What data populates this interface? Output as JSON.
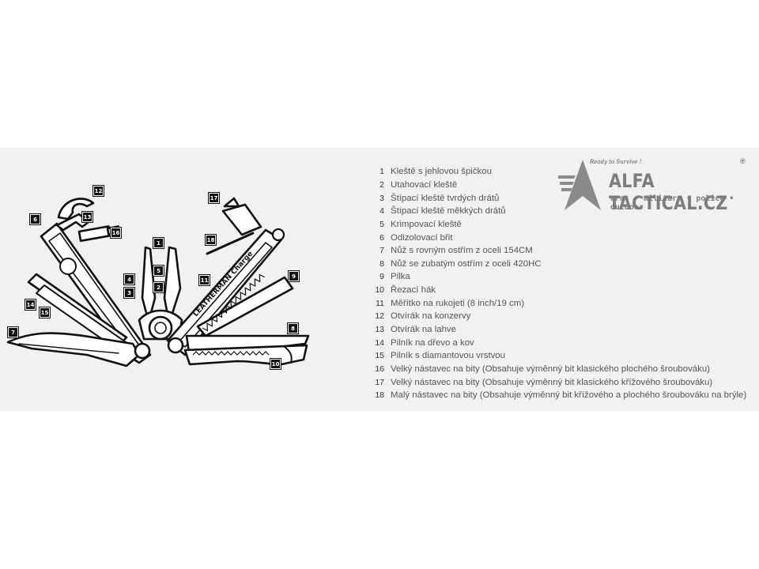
{
  "legend": [
    {
      "num": "1",
      "label": "Kleště s jehlovou špičkou"
    },
    {
      "num": "2",
      "label": "Utahovací kleště"
    },
    {
      "num": "3",
      "label": "Štípací kleště tvrdých drátů"
    },
    {
      "num": "4",
      "label": "Štípací kleště měkkých drátů"
    },
    {
      "num": "5",
      "label": "Krimpovací kleště"
    },
    {
      "num": "6",
      "label": "Odizolovací břit"
    },
    {
      "num": "7",
      "label": "Nůž s rovným ostřím z oceli 154CM"
    },
    {
      "num": "8",
      "label": "Nůž se zubatým ostřím z oceli 420HC"
    },
    {
      "num": "9",
      "label": "Pilka"
    },
    {
      "num": "10",
      "label": "Řezací hák"
    },
    {
      "num": "11",
      "label": "Měřítko na rukojeti (8 inch/19 cm)"
    },
    {
      "num": "12",
      "label": "Otvírák na konzervy"
    },
    {
      "num": "13",
      "label": "Otvírák na lahve"
    },
    {
      "num": "14",
      "label": "Pilník na dřevo a kov"
    },
    {
      "num": "15",
      "label": "Pilník s diamantovou vrstvou"
    },
    {
      "num": "16",
      "label": "Velký nástavec na bity (Obsahuje výměnný bit klasického plochého šroubováku)"
    },
    {
      "num": "17",
      "label": "Velký nástavec na bity (Obsahuje výměnný bit klasického křížového šroubováku)"
    },
    {
      "num": "18",
      "label": "Malý nástavec na bity (Obsahuje výměnný bit křížového a plochého šroubováku na brýle)"
    }
  ],
  "logo": {
    "slogan": "Ready to Survive !",
    "brand": "ALFA TACTICAL.CZ",
    "registered": "®",
    "tagline": "arms • military • police • outdoor"
  },
  "diagram": {
    "handle_text": "LEATHERMAN Charge",
    "callouts": [
      "12",
      "6",
      "13",
      "16",
      "1",
      "5",
      "4",
      "2",
      "3",
      "14",
      "15",
      "7",
      "17",
      "18",
      "11",
      "9",
      "8",
      "10"
    ]
  }
}
